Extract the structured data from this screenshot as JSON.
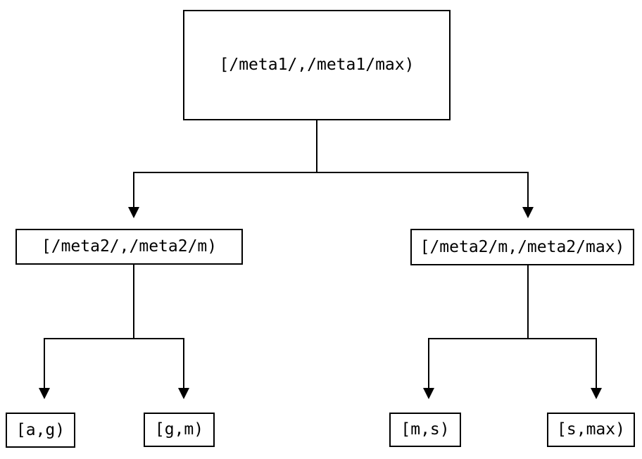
{
  "diagram": {
    "type": "interval-partition-tree",
    "background_color": "#ffffff",
    "line_color": "#000000",
    "text_color": "#000000",
    "nodes": {
      "root": {
        "label": "[/meta1/,/meta1/max)"
      },
      "left": {
        "label": "[/meta2/,/meta2/m)"
      },
      "right": {
        "label": "[/meta2/m,/meta2/max)"
      },
      "left_left": {
        "label": "[a,g)"
      },
      "left_right": {
        "label": "[g,m)"
      },
      "right_left": {
        "label": "[m,s)"
      },
      "right_right": {
        "label": "[s,max)"
      }
    },
    "edges": [
      {
        "from": "root",
        "to": "left"
      },
      {
        "from": "root",
        "to": "right"
      },
      {
        "from": "left",
        "to": "left_left"
      },
      {
        "from": "left",
        "to": "left_right"
      },
      {
        "from": "right",
        "to": "right_left"
      },
      {
        "from": "right",
        "to": "right_right"
      }
    ]
  }
}
